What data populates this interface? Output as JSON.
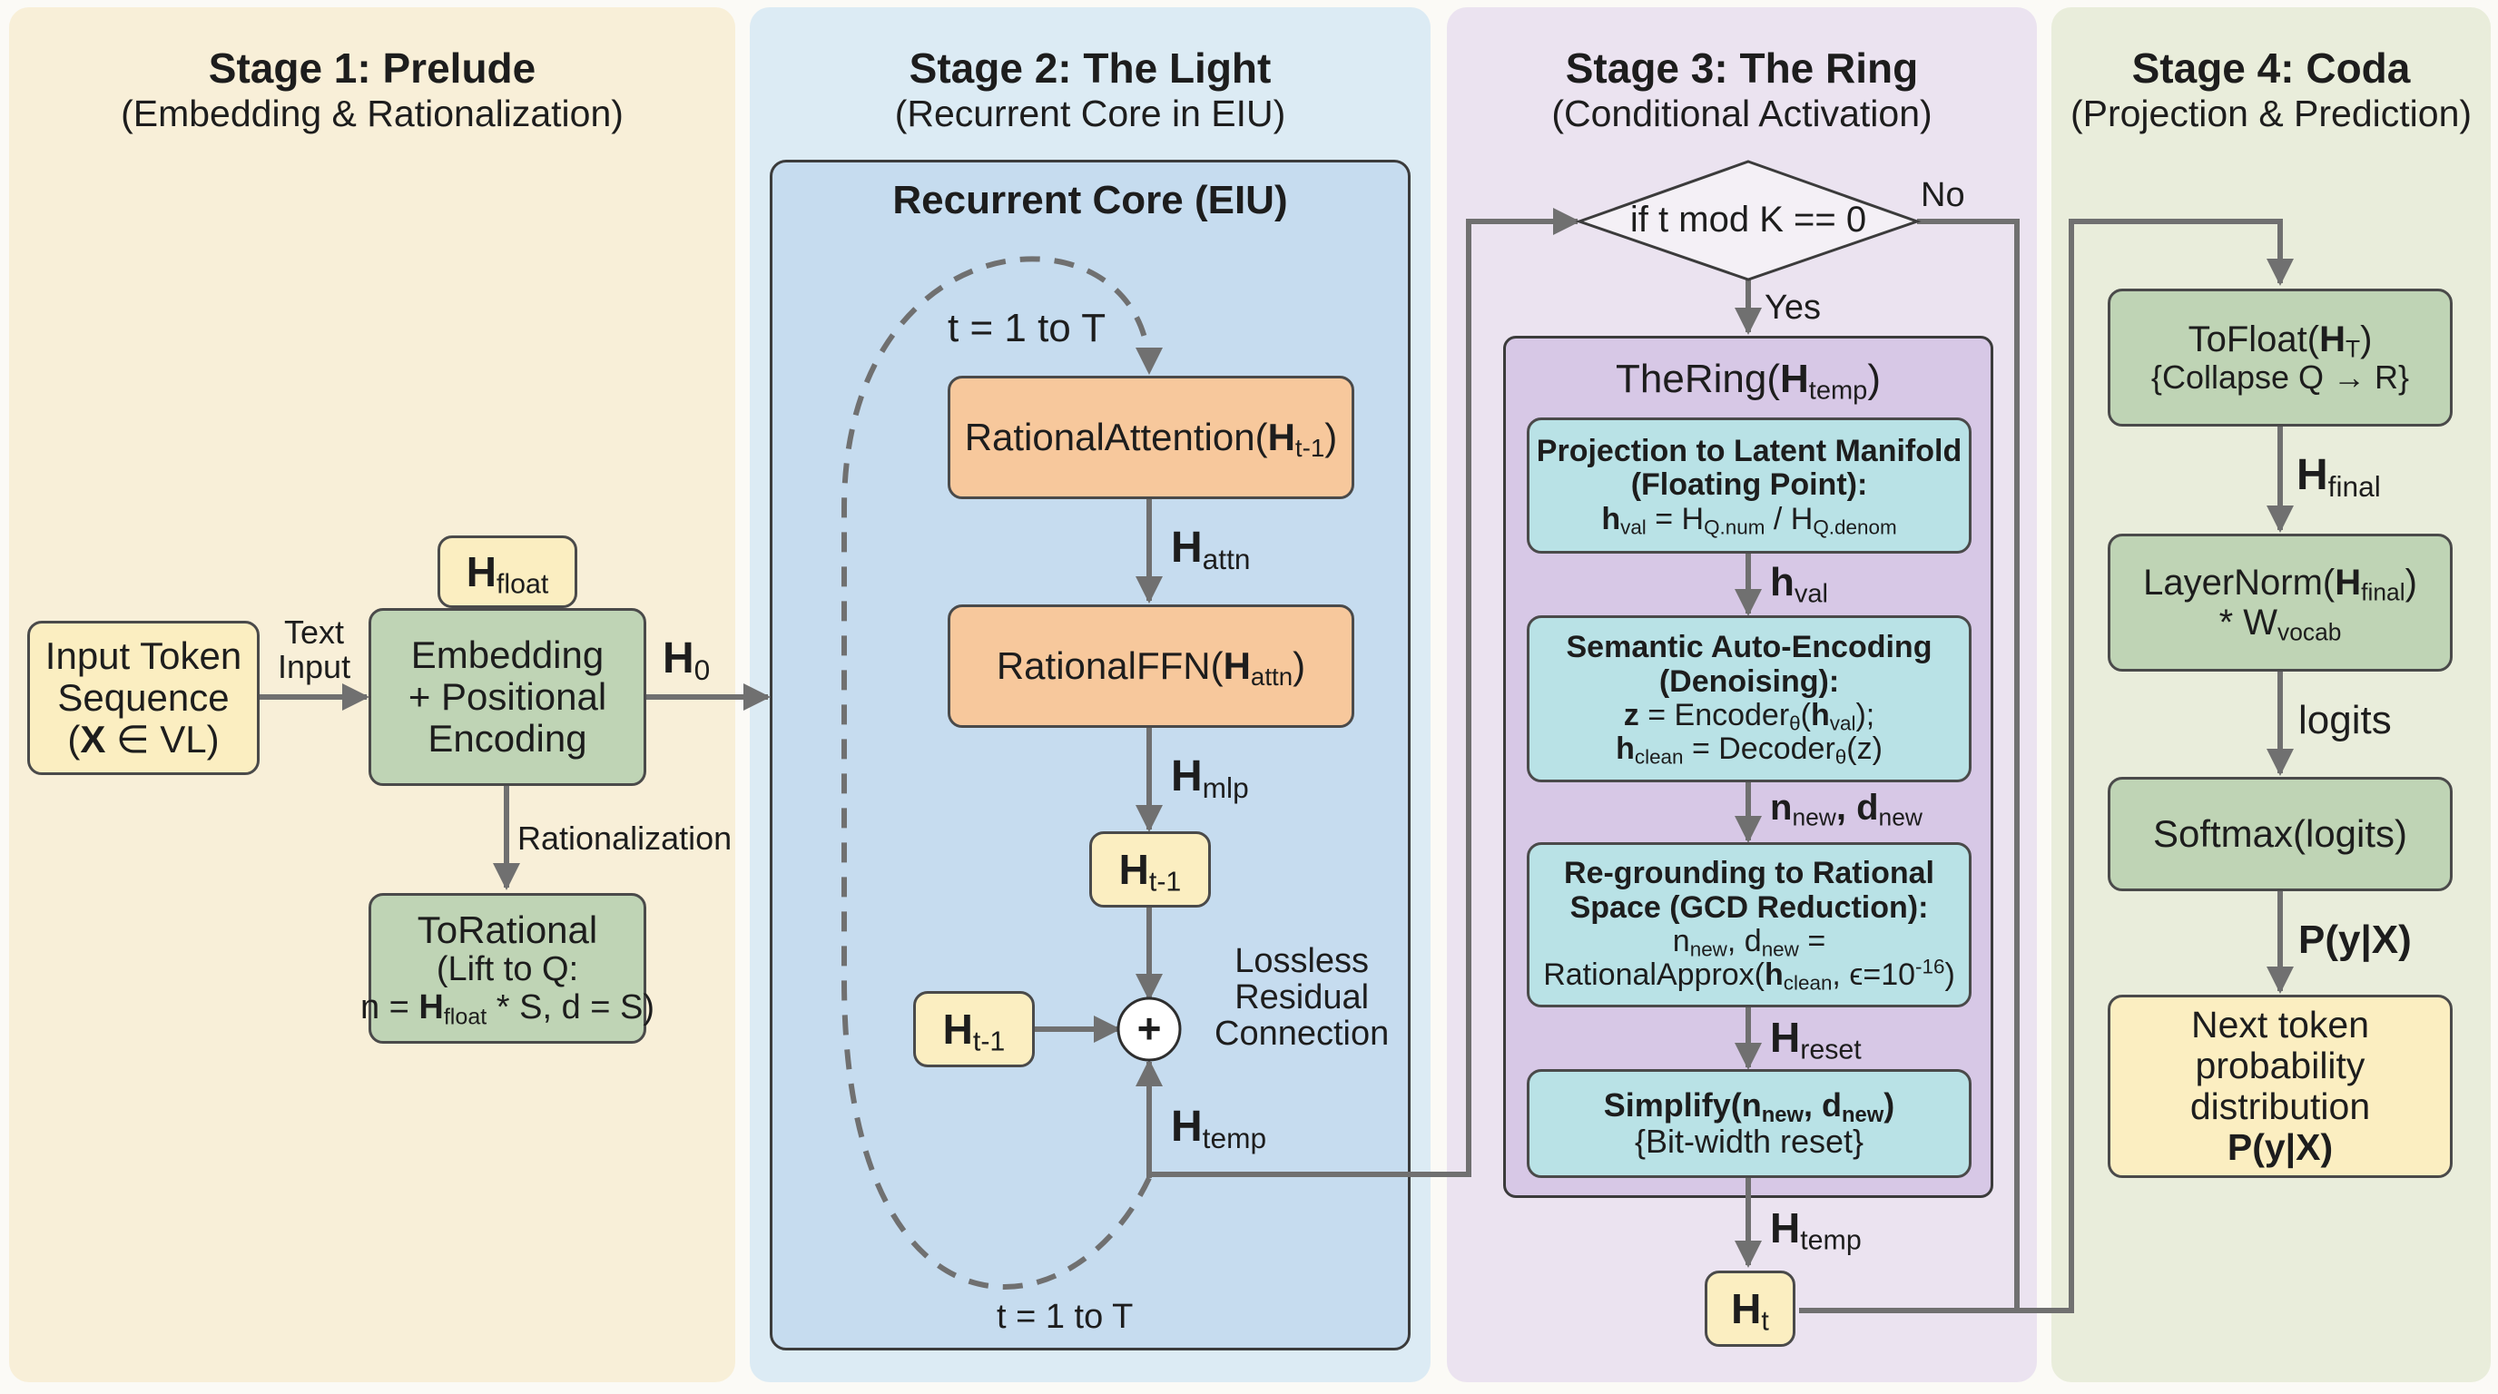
{
  "stages": [
    {
      "title": "Stage 1: Prelude",
      "subtitle": "(Embedding & Rationalization)"
    },
    {
      "title": "Stage 2: The Light",
      "subtitle": "(Recurrent Core in EIU)"
    },
    {
      "title": "Stage 3: The Ring",
      "subtitle": "(Conditional Activation)"
    },
    {
      "title": "Stage 4: Coda",
      "subtitle": "(Projection & Prediction)"
    }
  ],
  "stage1": {
    "input": {
      "line1": "Input Token",
      "line2": "Sequence",
      "var": "X",
      "rest": " ∈ VL)"
    },
    "text_input_label": [
      "Text",
      "Input"
    ],
    "h_float_tag": {
      "main": "H",
      "sub": "float"
    },
    "embedding": [
      "Embedding",
      "+ Positional",
      "Encoding"
    ],
    "h0": {
      "main": "H",
      "sub": "0"
    },
    "rationalization_label": "Rationalization",
    "to_rational": {
      "title": "ToRational",
      "line2": "(Lift to Q:",
      "pre": "n = ",
      "var": "H",
      "sub": "float",
      "post": " * S, d = S)"
    }
  },
  "stage2": {
    "core_title": "Recurrent Core (EIU)",
    "loop_top_label": "t = 1 to T",
    "loop_bottom_label": "t = 1 to T",
    "attention": {
      "pre": "RationalAttention(",
      "var": "H",
      "sub": "t-1",
      "post": ")"
    },
    "h_attn": {
      "main": "H",
      "sub": "attn"
    },
    "ffn": {
      "pre": "RationalFFN(",
      "var": "H",
      "sub": "attn",
      "post": ")"
    },
    "h_mlp": {
      "main": "H",
      "sub": "mlp"
    },
    "h_prev_a": {
      "main": "H",
      "sub": "t-1"
    },
    "h_prev_b": {
      "main": "H",
      "sub": "t-1"
    },
    "plus": "+",
    "residual": [
      "Lossless",
      "Residual",
      "Connection"
    ],
    "h_temp": {
      "main": "H",
      "sub": "temp"
    }
  },
  "stage3": {
    "decision": "if t mod K == 0",
    "no_label": "No",
    "yes_label": "Yes",
    "ring_title": {
      "pre": "TheRing(",
      "var": "H",
      "sub": "temp",
      "post": ")"
    },
    "projection": {
      "title1": "Projection to Latent Manifold",
      "title2": "(Floating Point):",
      "f_var": "h",
      "f_sub": "val",
      "f_mid": " = H",
      "f_sub2": "Q.num",
      "f_mid2": " / H",
      "f_sub3": "Q.denom"
    },
    "h_val": {
      "main": "h",
      "sub": "val"
    },
    "semantic": {
      "title1": "Semantic Auto-Encoding",
      "title2": "(Denoising):",
      "z": "z",
      "enc": " = Encoder",
      "theta": "θ",
      "paren_open": "(",
      "hval": "h",
      "hval_sub": "val",
      "close": ");",
      "hclean": "h",
      "hclean_sub": "clean",
      "dec": " = Decoder",
      "theta2": "θ",
      "dec_arg": "(z)"
    },
    "n_new": {
      "n": "n",
      "n_sub": "new",
      "sep": ", ",
      "d": "d",
      "d_sub": "new"
    },
    "regrounding": {
      "title1": "Re-grounding to Rational",
      "title2": "Space (GCD Reduction):",
      "l1_n": "n",
      "l1_n_sub": "new",
      "l1_sep": ", d",
      "l1_d_sub": "new",
      "l1_eq": " =",
      "l2_pre": "RationalApprox(",
      "l2_h": "h",
      "l2_h_sub": "clean",
      "l2_eps": ", ϵ=10",
      "l2_exp": "-16",
      "l2_close": ")"
    },
    "h_reset": {
      "main": "H",
      "sub": "reset"
    },
    "simplify": {
      "pre": "Simplify(n",
      "n_sub": "new",
      "mid": ", d",
      "d_sub": "new",
      "post": ")",
      "line2": "{Bit-width reset}"
    },
    "h_temp": {
      "main": "H",
      "sub": "temp"
    },
    "h_t": {
      "main": "H",
      "sub": "t"
    }
  },
  "stage4": {
    "to_float": {
      "pre": "ToFloat(",
      "var": "H",
      "sub": "T",
      "post": ")",
      "line2": "{Collapse Q → R}"
    },
    "h_final": {
      "main": "H",
      "sub": "final"
    },
    "layernorm": {
      "pre": "LayerNorm(",
      "var": "H",
      "sub": "final",
      "post": ")",
      "l2_pre": "* W",
      "l2_sub": "vocab"
    },
    "logits_label": "logits",
    "softmax": "Softmax(logits)",
    "p_label": {
      "pre": "P(y|",
      "var": "X",
      "post": ")"
    },
    "next_token": [
      "Next token",
      "probability",
      "distribution"
    ],
    "next_token_p": {
      "pre": "P(y|",
      "var": "X",
      "post": ")"
    }
  }
}
